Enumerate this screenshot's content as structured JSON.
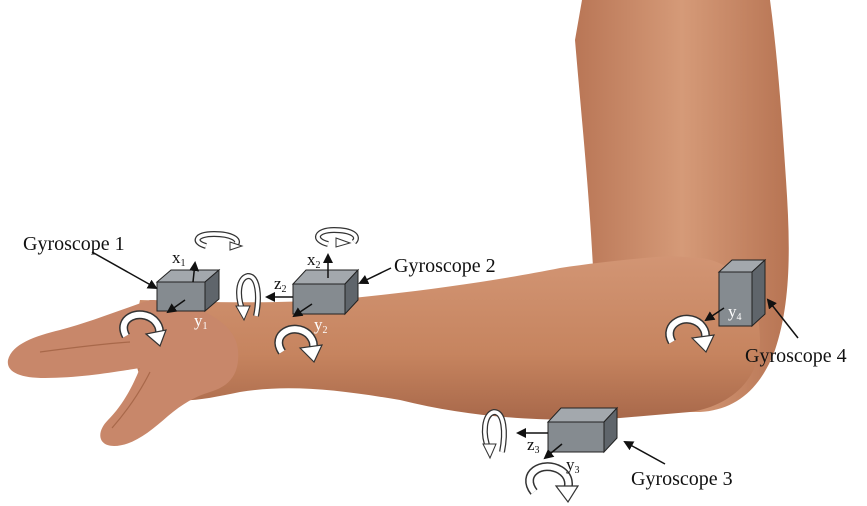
{
  "labels": {
    "gyro1": "Gyroscope 1",
    "gyro2": "Gyroscope 2",
    "gyro3": "Gyroscope 3",
    "gyro4": "Gyroscope 4"
  },
  "axes": {
    "x1": {
      "letter": "x",
      "index": "1"
    },
    "y1": {
      "letter": "y",
      "index": "1"
    },
    "x2": {
      "letter": "x",
      "index": "2"
    },
    "z2": {
      "letter": "z",
      "index": "2"
    },
    "y2": {
      "letter": "y",
      "index": "2"
    },
    "z3": {
      "letter": "z",
      "index": "3"
    },
    "y3": {
      "letter": "y",
      "index": "3"
    },
    "y4": {
      "letter": "y",
      "index": "4"
    }
  },
  "colors": {
    "skin": "#c98763",
    "skin_shadow": "#a8684a",
    "box_front": "#858b90",
    "box_top": "#a3a8ad",
    "box_side": "#5f656b"
  }
}
